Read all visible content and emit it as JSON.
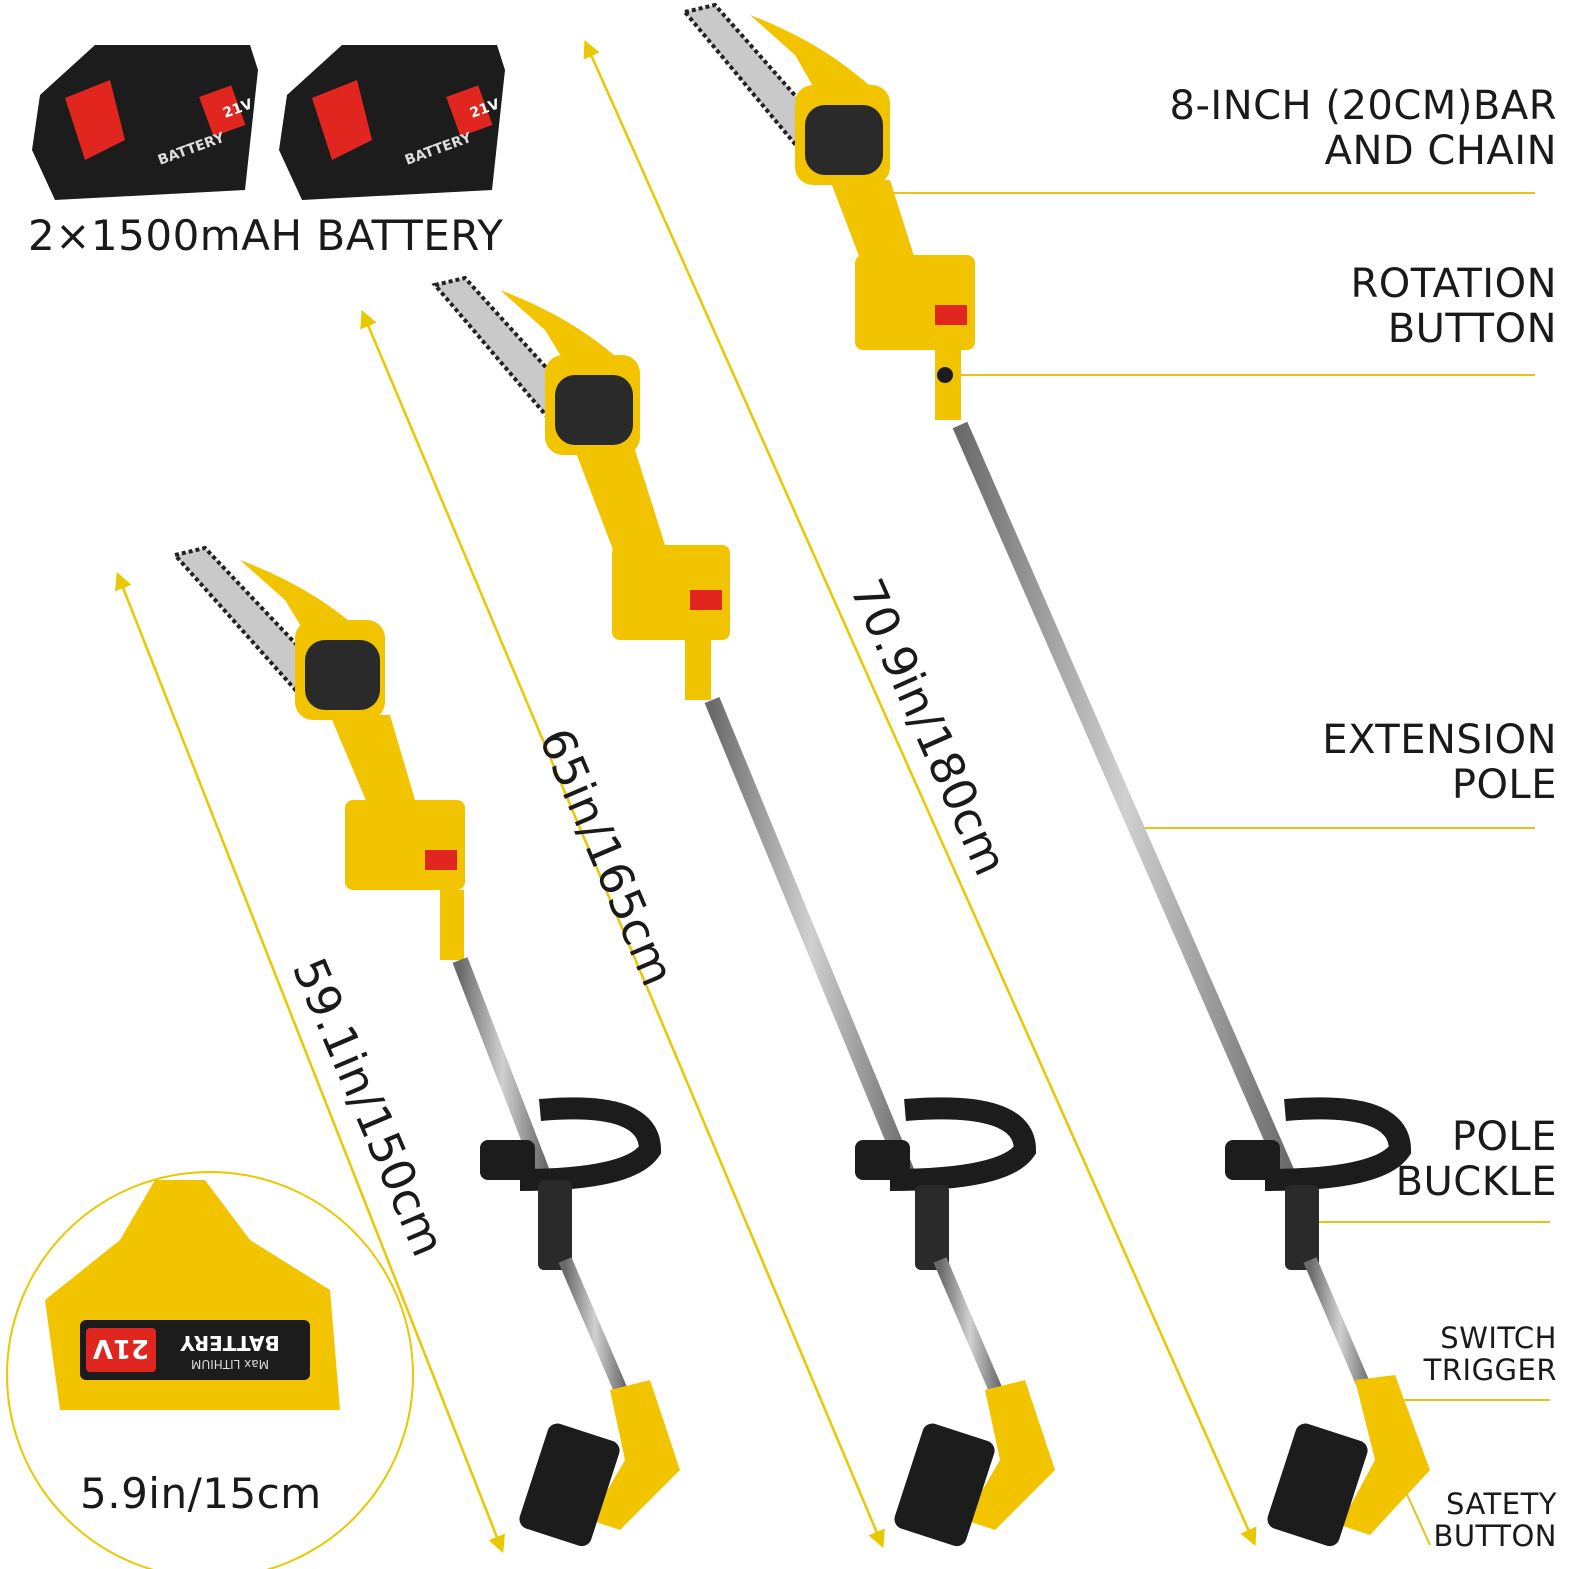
{
  "battery_pack": {
    "caption": "2×1500mAH BATTERY",
    "badge": "21V",
    "brand": "BATTERY"
  },
  "labels": {
    "bar_chain": [
      "8-INCH (20CM)BAR",
      "AND CHAIN"
    ],
    "rotation_button": [
      "ROTATION",
      "BUTTON"
    ],
    "extension_pole": [
      "EXTENSION",
      "POLE"
    ],
    "pole_buckle": [
      "POLE",
      "BUCKLE"
    ],
    "switch_trigger": [
      "SWITCH",
      "TRIGGER"
    ],
    "safety_button": [
      "SATETY",
      "BUTTON"
    ]
  },
  "dimensions": {
    "short": "59.1in/150cm",
    "medium": "65in/165cm",
    "long": "70.9in/180cm",
    "battery_width": "5.9in/15cm"
  },
  "detail_badge": {
    "voltage": "21V",
    "brand": "BATTERY",
    "sub": "Max LITHIUM"
  },
  "colors": {
    "accent": "#f4d21a",
    "yellow_body": "#f2c400",
    "black": "#1c1c1c",
    "red": "#e0261f",
    "pole": "#9a9a9a"
  }
}
